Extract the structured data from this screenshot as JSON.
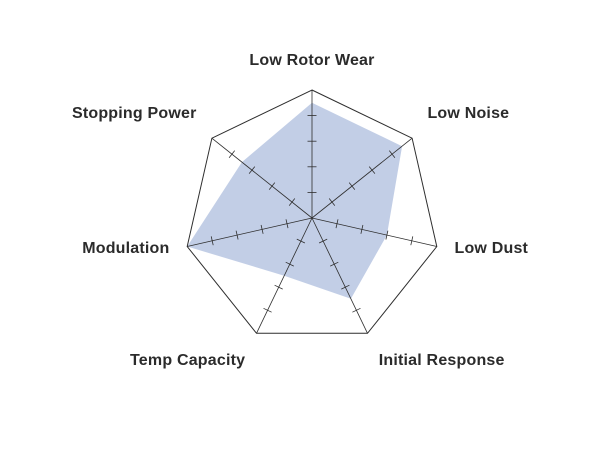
{
  "page": {
    "background": "#ffffff"
  },
  "chart_data": {
    "type": "radar",
    "title": "",
    "categories": [
      "Low Rotor Wear",
      "Low Noise",
      "Low Dust",
      "Initial Response",
      "Temp Capacity",
      "Modulation",
      "Stopping Power"
    ],
    "values": [
      4.5,
      4.5,
      3,
      3.5,
      2.5,
      5,
      3.5
    ],
    "max": 5,
    "levels": 5,
    "grid": "spider-axes-with-ticks",
    "legend": "none",
    "fill_color": "#b7c6e2",
    "fill_opacity": 0.85,
    "axis_color": "#2e2e2e",
    "label_color": "#2b2b2b"
  }
}
